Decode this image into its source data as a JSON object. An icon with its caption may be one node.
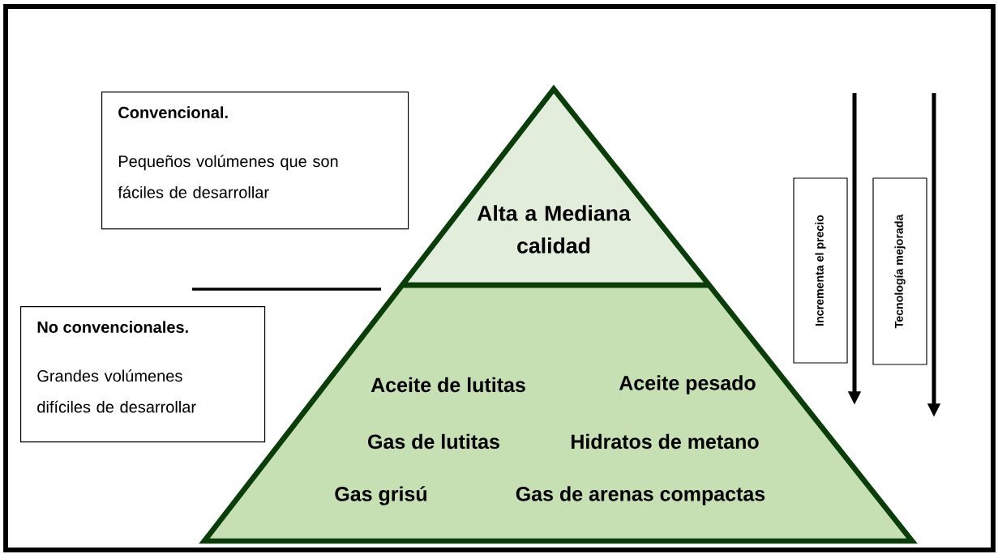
{
  "diagram": {
    "nodes": [
      {
        "text": [
          "Convencional.",
          "Pequeños volúmenes que son fáciles de desarrollar"
        ]
      },
      {
        "text": [
          "Alta a Mediana calidad"
        ]
      },
      {
        "text": [
          "Incrementa el precio"
        ]
      },
      {
        "text": [
          "Tecnología mejorada"
        ]
      },
      {
        "text": [
          "No convencionales.",
          "Grandes volúmenes difíciles de desarrollar"
        ]
      },
      {
        "text": [
          "Aceite de lutitas",
          "Aceite pesado",
          "Gas de lutitas",
          "Hidratos de metano",
          "Gas grisú",
          "Gas de arenas compactas"
        ]
      }
    ]
  }
}
